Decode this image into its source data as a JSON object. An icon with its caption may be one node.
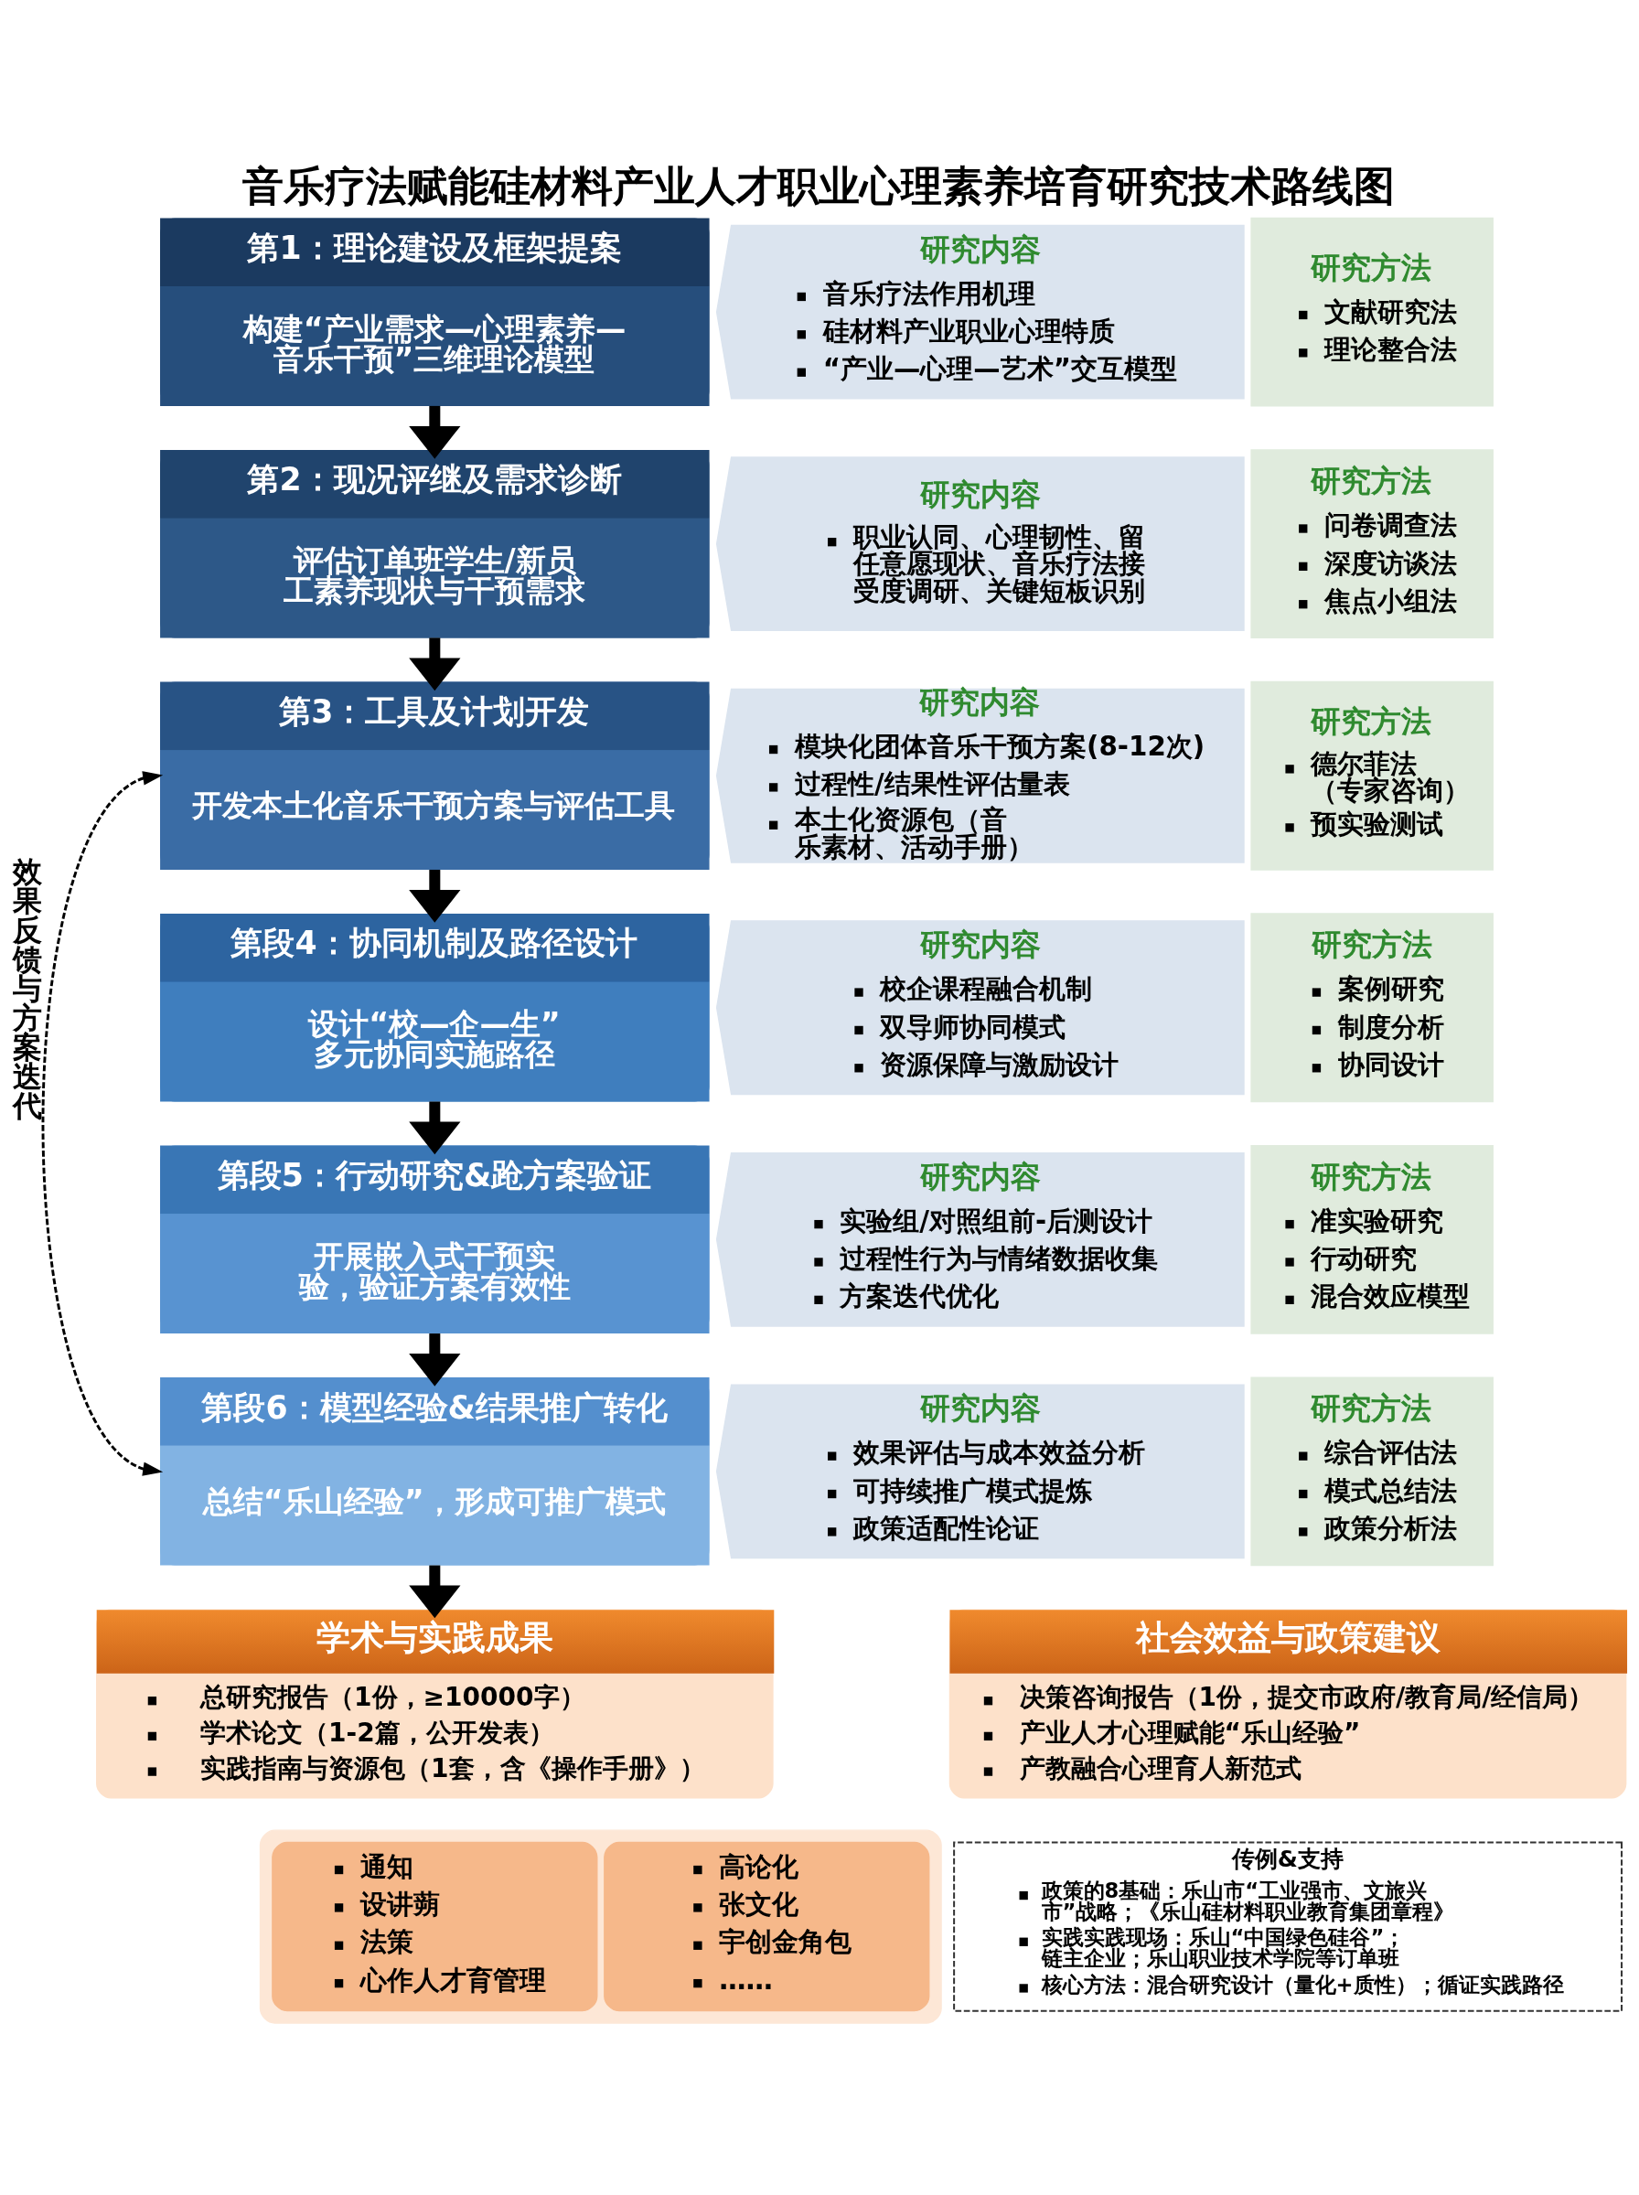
{
  "diagram": {
    "title": "音乐疗法赋能硅材料产业人才职业心理素养培育研究技术路线图",
    "nodes": [
      {
        "text": [
          "第1：理论建设及框架提案",
          "构建“产业需求—心理素养—音乐干预”三维理论模型"
        ]
      },
      {
        "text": [
          "研究内容",
          "音乐疗法作用机理",
          "硅材料产业职业心理特质",
          "“产业—心理—艺术”交互模型"
        ]
      },
      {
        "text": [
          "研究方法",
          "文献研究法",
          "理论整合法"
        ]
      },
      {
        "text": [
          "第2：现况评继及需求诊断",
          "评估订单班学生/新员工素养现状与干预需求"
        ]
      },
      {
        "text": [
          "研究内容",
          "职业认同、心理韧性、留任意愿现状、音乐疗法接受度调研、关键短板识别"
        ]
      },
      {
        "text": [
          "研究方法",
          "问卷调查法",
          "深度访谈法",
          "焦点小组法"
        ]
      },
      {
        "text": [
          "第3：工具及计划开发",
          "开发本土化音乐干预方案与评估工具"
        ]
      },
      {
        "text": [
          "研究内容",
          "模块化团体音乐干预方案(8-12次)",
          "过程性/结果性评估量表",
          "本土化资源包（音乐素材、活动手册）"
        ]
      },
      {
        "text": [
          "研究方法",
          "德尔菲法（专家咨询）",
          "预实验测试"
        ]
      },
      {
        "text": [
          "第段4：协同机制及路径设计",
          "设计“校—企—生”多元协同实施路径"
        ]
      },
      {
        "text": [
          "研究内容",
          "校企课程融合机制",
          "双导师协同模式",
          "资源保障与激励设计"
        ]
      },
      {
        "text": [
          "研究方法",
          "案例研究",
          "制度分析",
          "协同设计"
        ]
      },
      {
        "text": [
          "第段5：行动研究&跄方案验证",
          "开展嵌入式干预实验，验证方案有效性"
        ]
      },
      {
        "text": [
          "研究内容",
          "实验组/对照组前-后测设计",
          "过程性行为与情绪数据收集",
          "方案迭代优化"
        ]
      },
      {
        "text": [
          "研究方法",
          "准实验研究",
          "行动研究",
          "混合效应模型"
        ]
      },
      {
        "text": [
          "第段6：模型经验&结果推广转化",
          "总结“乐山经验”，形成可推广模式"
        ]
      },
      {
        "text": [
          "研究内容",
          "效果评估与成本效益分析",
          "可持续推广模式提炼",
          "政策适配性论证"
        ]
      },
      {
        "text": [
          "研究方法",
          "综合评估法",
          "模式总结法",
          "政策分析法"
        ]
      },
      {
        "text": [
          "学术与实践成果",
          "总研究报告（1份，≥10000字）",
          "学术论文（1-2篇，公开发表）",
          "实践指南与资源包（1套，含《操作手册》）"
        ]
      },
      {
        "text": [
          "社会效益与政策建议",
          "决策咨询报告（1份，提交市政府/教育局/经信局）",
          "产业人才心理赋能“乐山经验”",
          "产教融合心理育人新范式"
        ]
      },
      {
        "text": [],
        "shape": "box"
      },
      {
        "text": [
          "通知",
          "设讲蒴",
          "法策",
          "心作人才育管理"
        ],
        "in": 20
      },
      {
        "text": [
          "高论化",
          "张文化",
          "宇创金角包",
          "……"
        ],
        "in": 20
      },
      {
        "text": [
          "传例&支持",
          "政策的8基础：乐山市“工业强市、文旅兴市”战略；《乐山硅材料职业教育集团章程》",
          "实践实践现场：乐山“中国绿色硅谷”；链主企业；乐山职业技术学院等订单班",
          "核心方法：混合研究设计（量化+质性）；循证实践路径"
        ]
      }
    ],
    "edges": [
      {
        "from": 0,
        "to": 3,
        "arrow": "to"
      },
      {
        "from": 3,
        "to": 6,
        "arrow": "to"
      },
      {
        "from": 6,
        "to": 9,
        "arrow": "to"
      },
      {
        "from": 9,
        "to": 12,
        "arrow": "to"
      },
      {
        "from": 12,
        "to": 15,
        "arrow": "to"
      },
      {
        "from": 15,
        "to": 18,
        "arrow": "to"
      },
      {
        "from": 15,
        "to": 6,
        "arrow": "both",
        "style": "dashed",
        "label": "效果反馈与方案迭代"
      }
    ]
  }
}
